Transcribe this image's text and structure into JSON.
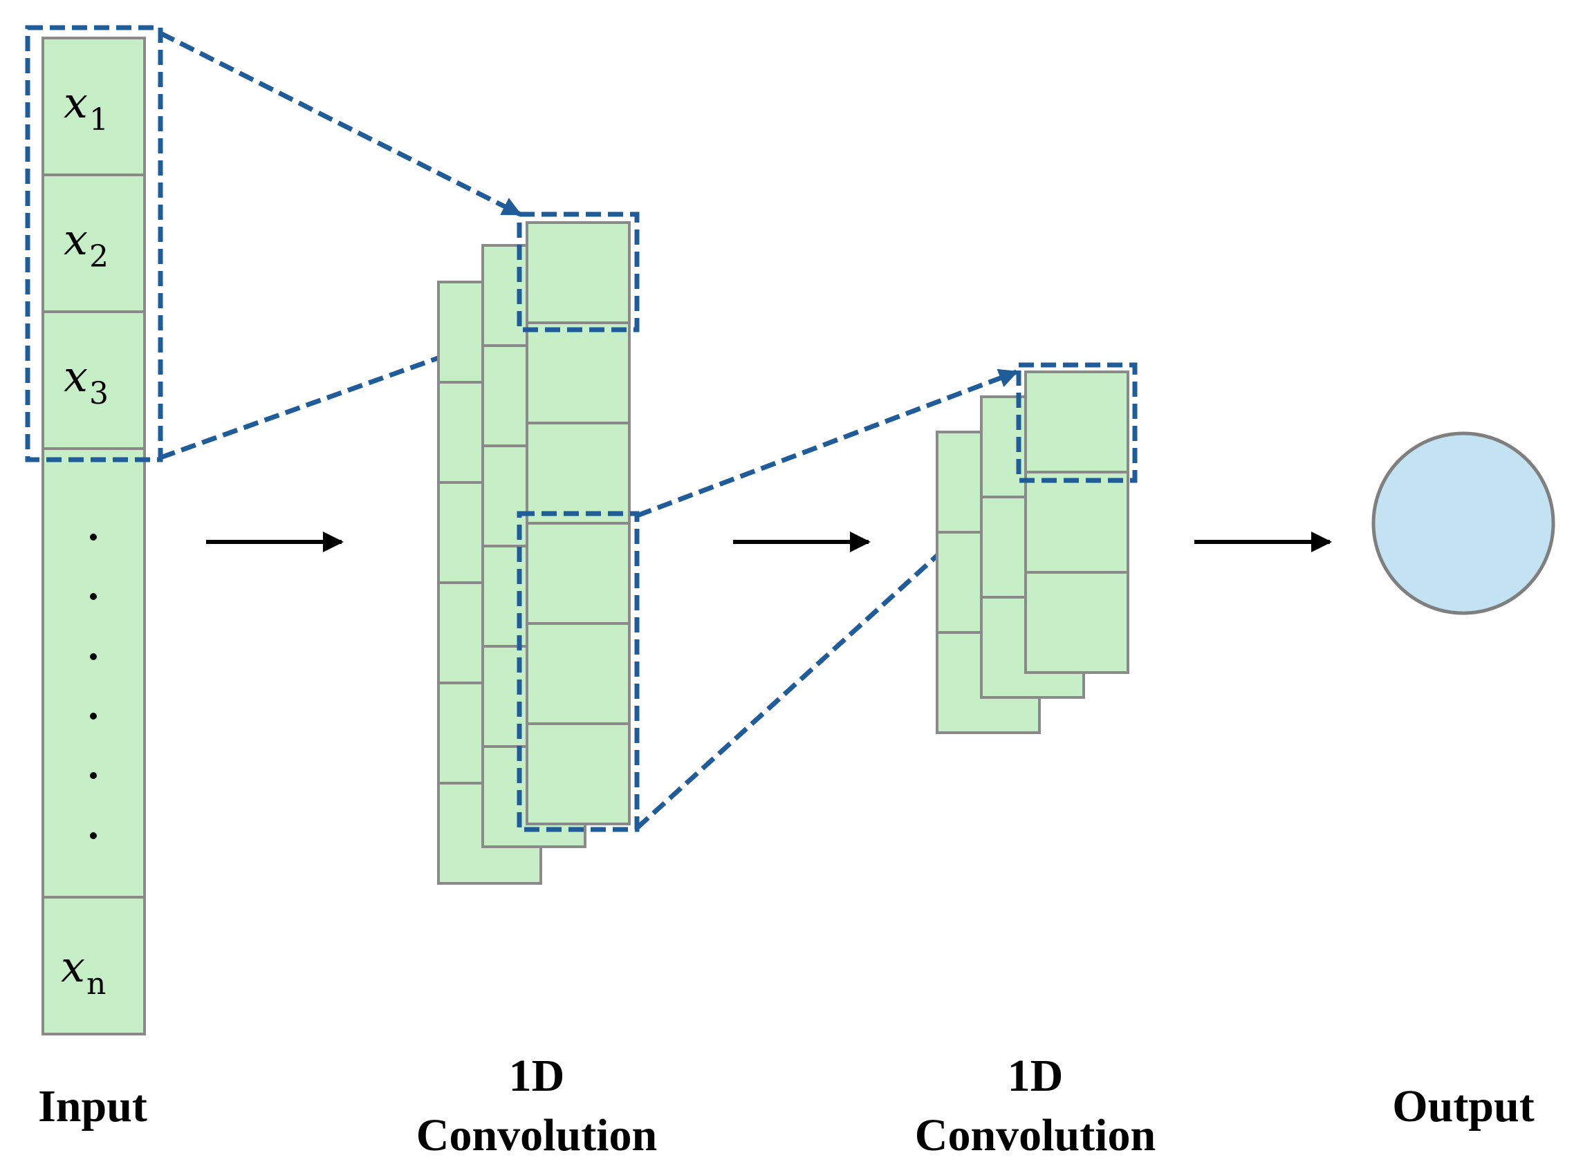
{
  "input": {
    "label": "Input",
    "cells": [
      {
        "var": "x",
        "sub": "1"
      },
      {
        "var": "x",
        "sub": "2"
      },
      {
        "var": "x",
        "sub": "3"
      },
      {
        "var": "x",
        "sub": "n"
      }
    ]
  },
  "conv1": {
    "label_line1": "1D",
    "label_line2": "Convolution"
  },
  "conv2": {
    "label_line1": "1D",
    "label_line2": "Convolution"
  },
  "output": {
    "label": "Output"
  },
  "colors": {
    "cell_fill": "#c6efc8",
    "cell_border": "#8a8a8a",
    "dashed_highlight": "#1f5c99",
    "output_node": "#c4e3f2",
    "arrow": "#000000"
  }
}
